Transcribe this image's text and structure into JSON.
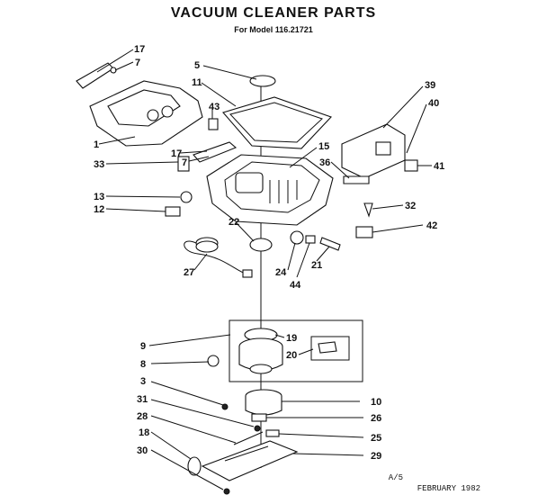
{
  "header": {
    "title": "VACUUM CLEANER PARTS",
    "subtitle": "For Model 116.21721"
  },
  "footer": {
    "sheet": "A/5",
    "date": "FEBRUARY 1982"
  },
  "callouts": [
    "17",
    "7",
    "5",
    "11",
    "39",
    "40",
    "43",
    "1",
    "17",
    "7",
    "15",
    "33",
    "36",
    "41",
    "13",
    "32",
    "12",
    "22",
    "42",
    "27",
    "24",
    "21",
    "44",
    "9",
    "19",
    "20",
    "8",
    "3",
    "10",
    "31",
    "26",
    "28",
    "25",
    "18",
    "29",
    "30"
  ]
}
